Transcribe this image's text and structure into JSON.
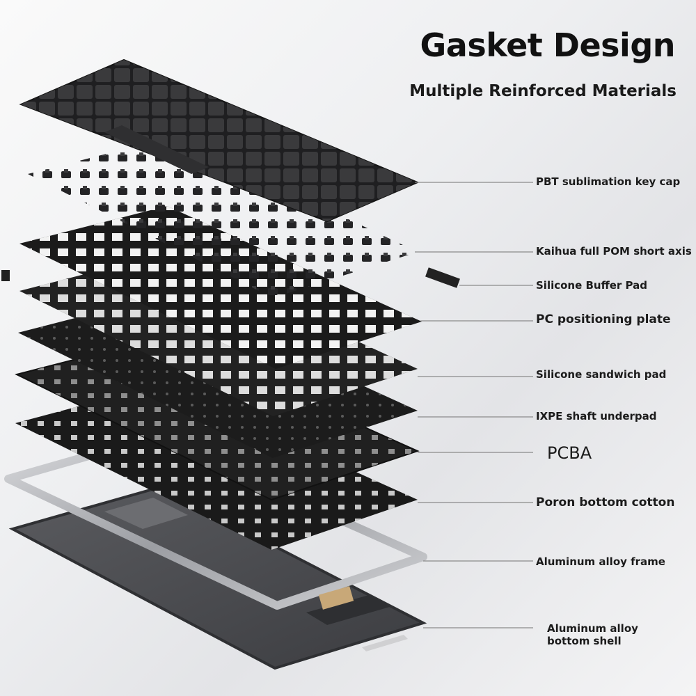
{
  "title": "Gasket Design",
  "subtitle": "Multiple Reinforced Materials",
  "components": [
    {
      "id": "keycap",
      "label": "PBT sublimation key cap"
    },
    {
      "id": "switch",
      "label": "Kaihua full POM short axis"
    },
    {
      "id": "buffer",
      "label": "Silicone Buffer Pad"
    },
    {
      "id": "plate",
      "label": "PC positioning plate"
    },
    {
      "id": "sandwich",
      "label": "Silicone sandwich pad"
    },
    {
      "id": "ixpe",
      "label": "IXPE shaft underpad"
    },
    {
      "id": "pcba",
      "label": "PCBA"
    },
    {
      "id": "poron",
      "label": "Poron bottom cotton"
    },
    {
      "id": "frame",
      "label": "Aluminum alloy frame"
    },
    {
      "id": "shell",
      "label": "Aluminum alloy bottom shell"
    }
  ],
  "colors": {
    "keycap": "#2a2a2a",
    "plate": "#1e1e1e",
    "frame": "#a9abb0",
    "shell": "#4a4b4f",
    "leader": "#8a8a8a"
  }
}
